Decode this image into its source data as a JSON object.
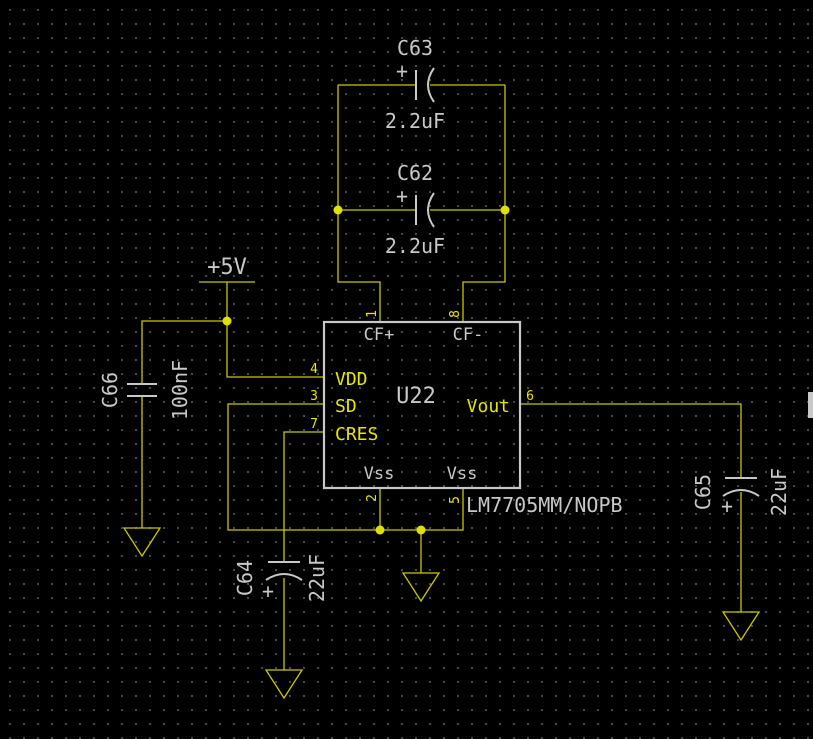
{
  "schematic": {
    "power_label": "+5V",
    "ic": {
      "ref": "U22",
      "part": "LM7705MM/NOPB",
      "pins": {
        "cf_plus": {
          "name": "CF+",
          "num": "1"
        },
        "cf_minus": {
          "name": "CF-",
          "num": "8"
        },
        "vdd": {
          "name": "VDD",
          "num": "4"
        },
        "sd": {
          "name": "SD",
          "num": "3"
        },
        "cres": {
          "name": "CRES",
          "num": "7"
        },
        "vout": {
          "name": "Vout",
          "num": "6"
        },
        "vss1": {
          "name": "Vss",
          "num": "2"
        },
        "vss2": {
          "name": "Vss",
          "num": "5"
        }
      }
    },
    "capacitors": {
      "c63": {
        "ref": "C63",
        "value": "2.2uF",
        "polarity": "+"
      },
      "c62": {
        "ref": "C62",
        "value": "2.2uF",
        "polarity": "+"
      },
      "c66": {
        "ref": "C66",
        "value": "100nF"
      },
      "c64": {
        "ref": "C64",
        "value": "22uF",
        "polarity": "+"
      },
      "c65": {
        "ref": "C65",
        "value": "22uF",
        "polarity": "+"
      }
    }
  }
}
